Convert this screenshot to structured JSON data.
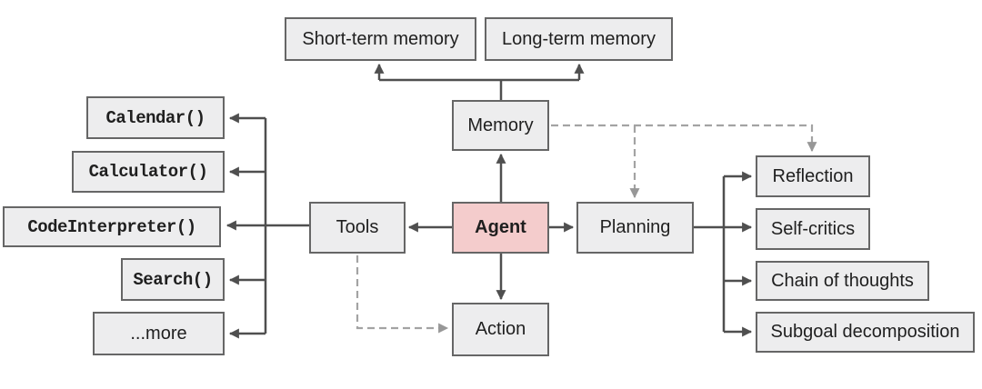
{
  "diagram": {
    "nodes": {
      "short_term_memory": {
        "label": "Short-term memory"
      },
      "long_term_memory": {
        "label": "Long-term memory"
      },
      "memory": {
        "label": "Memory"
      },
      "calendar": {
        "label": "Calendar()"
      },
      "calculator": {
        "label": "Calculator()"
      },
      "code_interpreter": {
        "label": "CodeInterpreter()"
      },
      "search": {
        "label": "Search()"
      },
      "more": {
        "label": "...more"
      },
      "tools": {
        "label": "Tools"
      },
      "agent": {
        "label": "Agent"
      },
      "planning": {
        "label": "Planning"
      },
      "action": {
        "label": "Action"
      },
      "reflection": {
        "label": "Reflection"
      },
      "self_critics": {
        "label": "Self-critics"
      },
      "chain_of_thoughts": {
        "label": "Chain of thoughts"
      },
      "subgoal_decomposition": {
        "label": "Subgoal decomposition"
      }
    },
    "colors": {
      "box_fill": "#ededee",
      "box_border": "#666666",
      "agent_fill": "#f4cccc",
      "solid_connector": "#4f4f4f",
      "dashed_connector": "#a3a3a3",
      "text": "#1f1f1f",
      "background": "#ffffff"
    }
  }
}
